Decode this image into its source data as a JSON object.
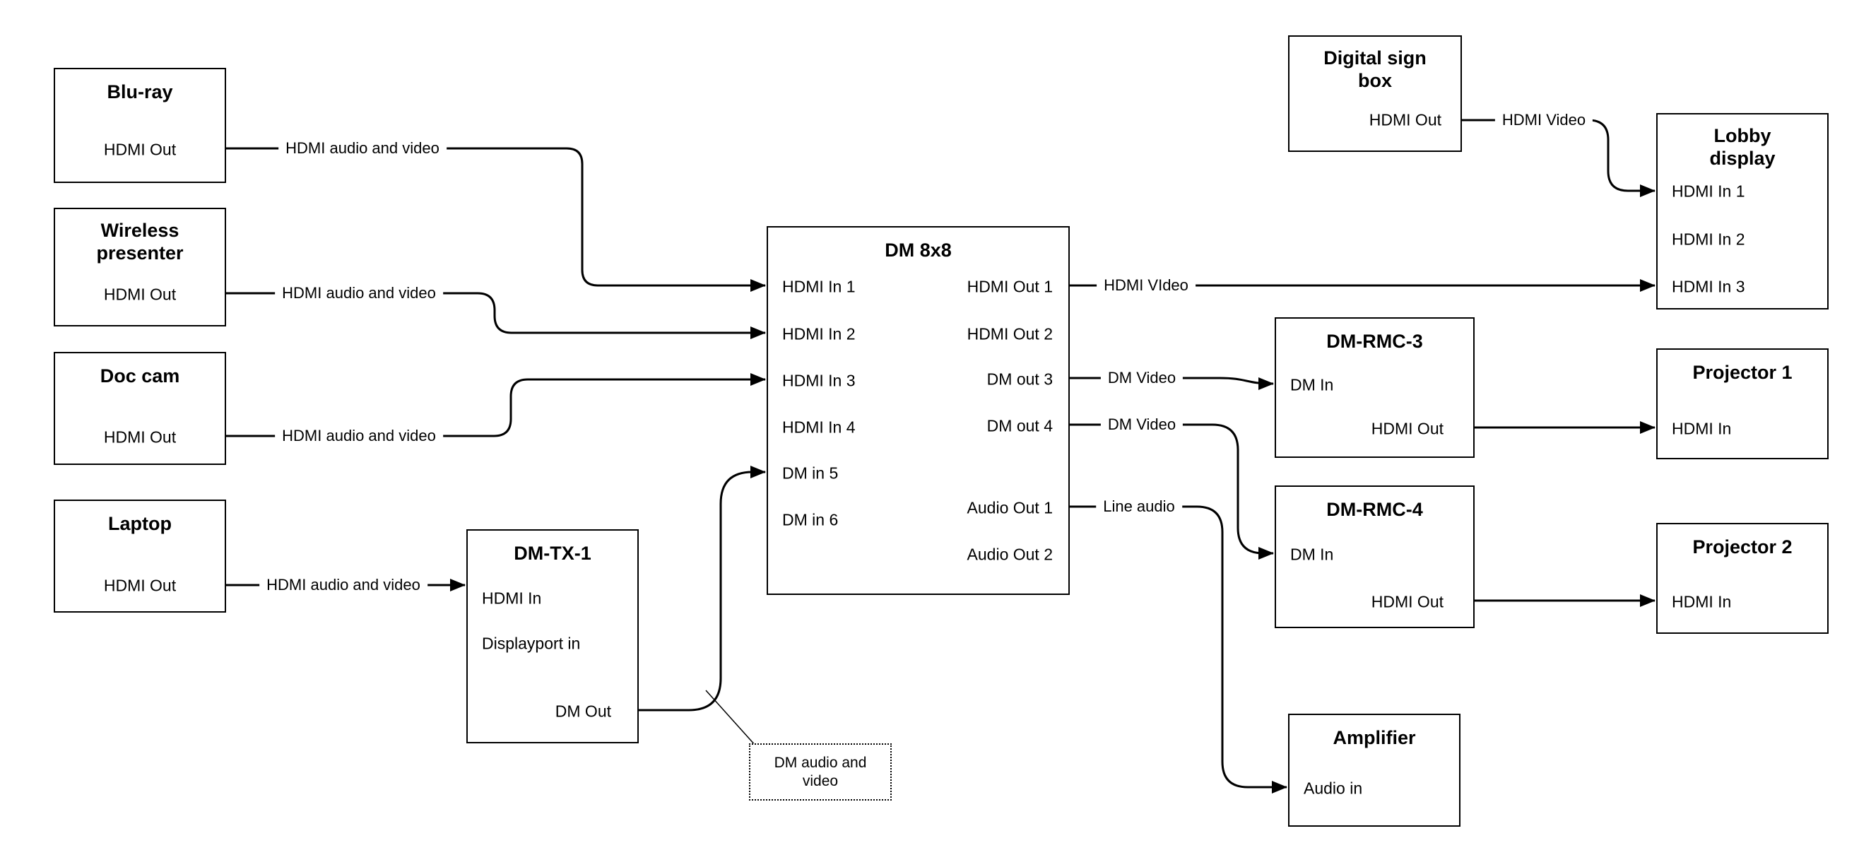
{
  "boxes": {
    "bluray": {
      "title": "Blu-ray",
      "port": "HDMI Out"
    },
    "wireless": {
      "title": "Wireless presenter",
      "port": "HDMI Out"
    },
    "doccam": {
      "title": "Doc cam",
      "port": "HDMI Out"
    },
    "laptop": {
      "title": "Laptop",
      "port": "HDMI Out"
    },
    "dmtx1": {
      "title": "DM-TX-1",
      "hdmi_in": "HDMI In",
      "dp_in": "Displayport in",
      "dm_out": "DM Out"
    },
    "dm8x8": {
      "title": "DM 8x8",
      "in1": "HDMI In 1",
      "in2": "HDMI In 2",
      "in3": "HDMI In 3",
      "in4": "HDMI In 4",
      "in5": "DM in 5",
      "in6": "DM in 6",
      "out1": "HDMI Out 1",
      "out2": "HDMI Out 2",
      "out3": "DM out 3",
      "out4": "DM out 4",
      "aout1": "Audio Out 1",
      "aout2": "Audio Out 2"
    },
    "signbox": {
      "title": "Digital sign box",
      "port": "HDMI Out"
    },
    "lobby": {
      "title": "Lobby display",
      "in1": "HDMI In 1",
      "in2": "HDMI In 2",
      "in3": "HDMI In 3"
    },
    "rmc3": {
      "title": "DM-RMC-3",
      "dm_in": "DM In",
      "hdmi_out": "HDMI Out"
    },
    "proj1": {
      "title": "Projector 1",
      "port": "HDMI In"
    },
    "rmc4": {
      "title": "DM-RMC-4",
      "dm_in": "DM In",
      "hdmi_out": "HDMI Out"
    },
    "proj2": {
      "title": "Projector 2",
      "port": "HDMI In"
    },
    "amp": {
      "title": "Amplifier",
      "port": "Audio in"
    }
  },
  "wire_labels": {
    "bluray": "HDMI audio and video",
    "wireless": "HDMI audio and video",
    "doccam": "HDMI audio and video",
    "laptop": "HDMI audio and video",
    "hdmi_out1": "HDMI VIdeo",
    "signbox": "HDMI Video",
    "dm_out3": "DM Video",
    "dm_out4": "DM Video",
    "audio_out1": "Line audio"
  },
  "note": {
    "text": "DM audio and video"
  },
  "colors": {
    "line": "#000000",
    "box_border": "#000000",
    "background": "#ffffff"
  }
}
